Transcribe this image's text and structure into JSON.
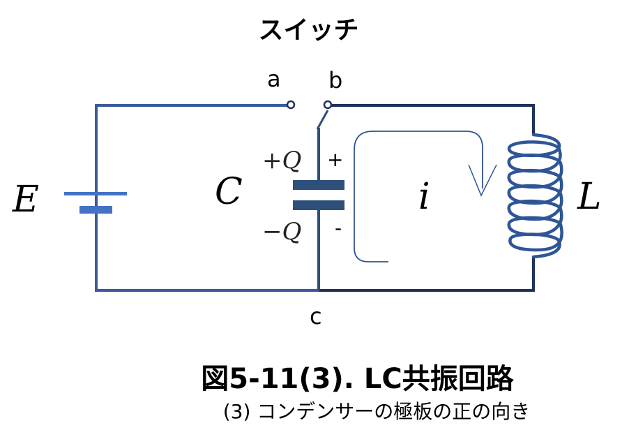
{
  "title": "スイッチ",
  "terminals": {
    "a": "a",
    "b": "b",
    "c": "c"
  },
  "components": {
    "battery_label": "E",
    "capacitor_label": "C",
    "inductor_label": "L",
    "current_label": "i",
    "charge_top": "+Q",
    "charge_bottom": "−Q",
    "plate_top_sign": "+",
    "plate_bottom_sign": "-"
  },
  "caption": "図5-11(3). LC共振回路",
  "subcaption": "(3) コンデンサーの極板の正の向き",
  "colors": {
    "wire_left": "#3a5a9a",
    "wire_right": "#1f3358",
    "capacitor_plate": "#2e4f7a",
    "battery_short": "#4472c4",
    "coil": "#2f5597",
    "current_loop": "#2f5597"
  }
}
